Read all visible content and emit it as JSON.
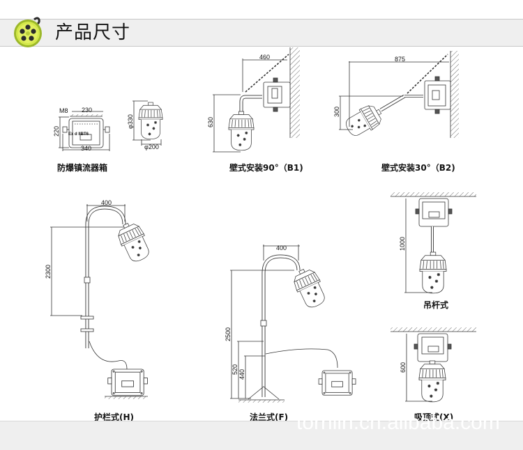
{
  "header": {
    "title": "产品尺寸",
    "icon": "film-reel-icon",
    "accent_color": "#c8dc3a"
  },
  "diagrams": {
    "ballast_box": {
      "caption": "防爆镇流器箱",
      "dims": {
        "width_top": "230",
        "width_bottom": "340",
        "height": "220",
        "thread": "M8"
      },
      "plate_text": "Ex d IIBT6"
    },
    "lamp": {
      "dims": {
        "height": "φ330",
        "diameter": "φ200"
      }
    },
    "wall_90": {
      "caption": "壁式安装90°（B1)",
      "dims": {
        "reach": "460",
        "height": "630"
      }
    },
    "wall_30": {
      "caption": "壁式安装30°（B2)",
      "dims": {
        "reach": "875",
        "height": "300"
      }
    },
    "guardrail": {
      "caption": "护栏式(H)",
      "dims": {
        "reach": "400",
        "height": "2300"
      }
    },
    "flange": {
      "caption": "法兰式(F)",
      "dims": {
        "reach": "400",
        "height": "2500",
        "mid_height": "520",
        "low_height": "440"
      }
    },
    "pendant": {
      "caption": "吊杆式",
      "dims": {
        "height": "1000"
      }
    },
    "ceiling": {
      "caption": "吸顶式(X)",
      "dims": {
        "height": "600"
      }
    }
  },
  "watermark": "tornlin.cn.alibaba.com"
}
